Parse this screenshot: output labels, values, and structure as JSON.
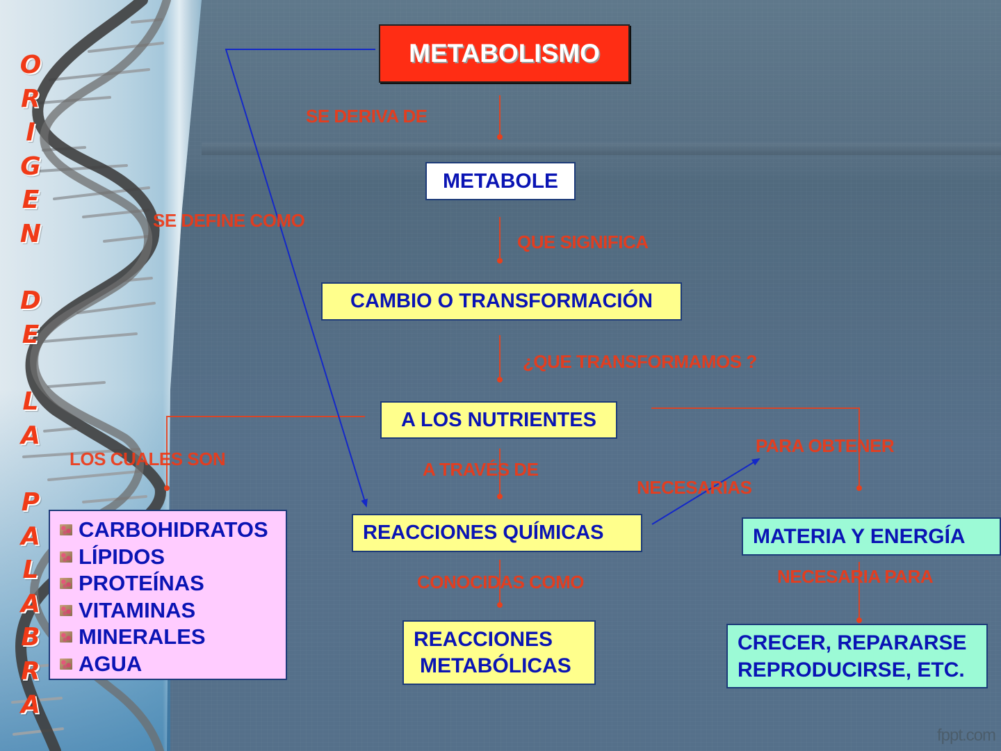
{
  "vertical_title": {
    "words": [
      [
        "O",
        "R",
        "I",
        "G",
        "E",
        "N"
      ],
      [
        "D",
        "E"
      ],
      [
        "L",
        "A"
      ],
      [
        "P",
        "A",
        "L",
        "A",
        "B",
        "R",
        "A"
      ]
    ],
    "full_text": "ORIGEN DE LA PALABRA"
  },
  "nodes": {
    "metabolismo": "METABOLISMO",
    "metabole": "METABOLE",
    "cambio": "CAMBIO O TRANSFORMACIÓN",
    "nutrientes": "A LOS NUTRIENTES",
    "reacciones_quimicas": "REACCIONES QUÍMICAS",
    "reacciones_metabolicas": [
      "REACCIONES",
      "METABÓLICAS"
    ],
    "materia_energia": "MATERIA Y ENERGÍA",
    "crecer": [
      "CRECER, REPARARSE",
      "REPRODUCIRSE, ETC."
    ]
  },
  "nutrients_list": {
    "items": [
      "CARBOHIDRATOS",
      "LÍPIDOS",
      "PROTEÍNAS",
      "VITAMINAS",
      "MINERALES",
      "AGUA"
    ],
    "bullet_icon": "molecule-bullet-icon"
  },
  "connector_labels": {
    "se_deriva_de": "SE DERIVA DE",
    "se_define_como": "SE DEFINE COMO",
    "que_significa": "QUE SIGNIFICA",
    "que_transformamos": "¿QUE TRANSFORMAMOS ?",
    "los_cuales_son": "LOS CUALES SON",
    "a_traves_de": "A TRAVÉS DE",
    "para_obtener": "PARA OBTENER",
    "necesarias": "NECESARIAS",
    "conocidas_como": "CONOCIDAS COMO",
    "necesaria_para": "NECESARIA PARA"
  },
  "colors": {
    "title_red": "#ff2d14",
    "label_red": "#ee3a18",
    "text_blue": "#0a14b4",
    "yellow_box": "#ffff8c",
    "cyan_box": "#9cfad6",
    "pink_box": "#ffccff",
    "background": "#5b7184"
  },
  "watermark": "fppt.com"
}
